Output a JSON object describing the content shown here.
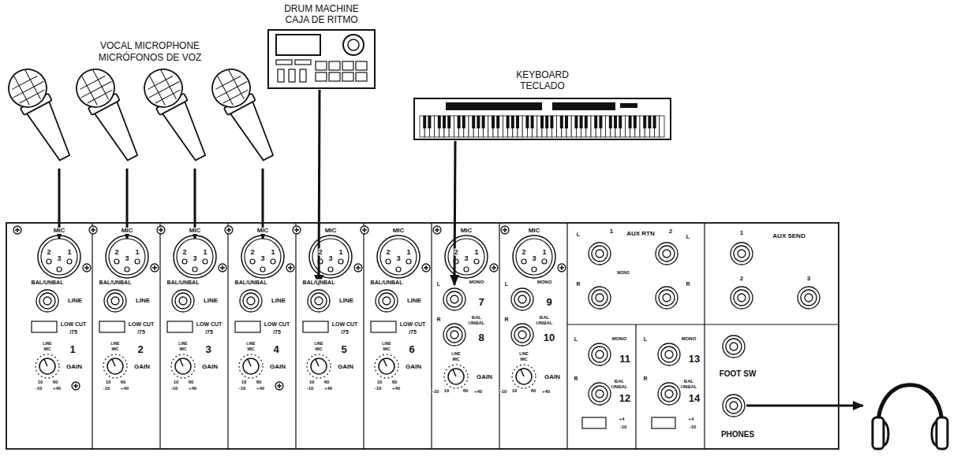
{
  "diagram": {
    "nodes": [
      {
        "text": [
          "DRUM MACHINE",
          "CAJA DE RITMO"
        ]
      },
      {
        "text": [
          "KEYBOARD",
          "TECLADO"
        ]
      }
    ],
    "labels": [
      "VOCAL MICROPHONE",
      "MICRÓFONOS DE VOZ",
      "MIC",
      "2",
      "3",
      "1",
      "BAL/UNBAL",
      "LINE",
      "LOW CUT",
      "/75",
      "1",
      "LINE",
      "MIC",
      "GAIN",
      "10",
      "60",
      "-10",
      "+40",
      "MIC",
      "2",
      "3",
      "1",
      "BAL/UNBAL",
      "LINE",
      "LOW CUT",
      "/75",
      "2",
      "LINE",
      "MIC",
      "GAIN",
      "10",
      "60",
      "-10",
      "+40",
      "MIC",
      "2",
      "3",
      "1",
      "BAL/UNBAL",
      "LINE",
      "LOW CUT",
      "/75",
      "3",
      "LINE",
      "MIC",
      "GAIN",
      "10",
      "60",
      "-10",
      "+40",
      "MIC",
      "2",
      "3",
      "1",
      "BAL/UNBAL",
      "LINE",
      "LOW CUT",
      "/75",
      "4",
      "LINE",
      "MIC",
      "GAIN",
      "10",
      "60",
      "-10",
      "+40",
      "MIC",
      "2",
      "3",
      "1",
      "BAL/UNBAL",
      "LINE",
      "LOW CUT",
      "/75",
      "5",
      "LINE",
      "MIC",
      "GAIN",
      "10",
      "60",
      "-10",
      "+40",
      "MIC",
      "2",
      "3",
      "1",
      "BAL/UNBAL",
      "LINE",
      "LOW CUT",
      "/75",
      "6",
      "LINE",
      "MIC",
      "GAIN",
      "10",
      "60",
      "-10",
      "+40",
      "MIC",
      "2",
      "3",
      "1",
      "L",
      "MONO",
      "7",
      "R",
      "BAL",
      "UNBAL",
      "8",
      "LINE",
      "MIC",
      "GAIN",
      "-10",
      "10",
      "60",
      "+40",
      "MIC",
      "2",
      "3",
      "1",
      "L",
      "MONO",
      "9",
      "R",
      "BAL",
      "UNBAL",
      "10",
      "LINE",
      "MIC",
      "GAIN",
      "-10",
      "10",
      "60",
      "+40",
      "L",
      "1",
      "AUX RTN",
      "2",
      "L",
      "MONO",
      "R",
      "R",
      "1",
      "AUX SEND",
      "2",
      "3",
      "L",
      "MONO",
      "11",
      "R",
      "BAL",
      "UNBAL",
      "12",
      "+4",
      "-10",
      "L",
      "MONO",
      "13",
      "R",
      "BAL",
      "UNBAL",
      "14",
      "+4",
      "-10",
      "FOOT SW",
      "PHONES"
    ]
  }
}
